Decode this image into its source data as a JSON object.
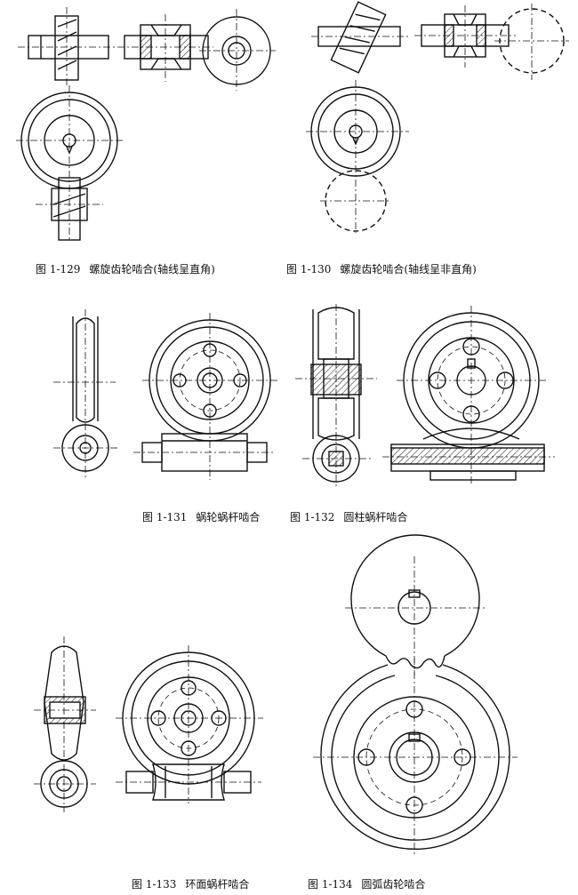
{
  "captions": {
    "c129": {
      "num": "图 1-129",
      "title": "螺旋齿轮啮合(轴线呈直角)"
    },
    "c130": {
      "num": "图 1-130",
      "title": "螺旋齿轮啮合(轴线呈非直角)"
    },
    "c131": {
      "num": "图 1-131",
      "title": "蜗轮蜗杆啮合"
    },
    "c132": {
      "num": "图 1-132",
      "title": "圆柱蜗杆啮合"
    },
    "c133": {
      "num": "图 1-133",
      "title": "环面蜗杆啮合"
    },
    "c134": {
      "num": "图 1-134",
      "title": "圆弧齿轮啮合"
    }
  }
}
